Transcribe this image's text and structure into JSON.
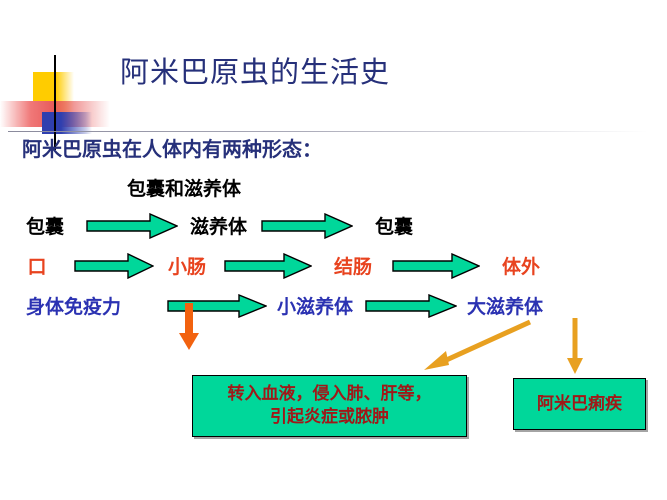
{
  "slide": {
    "title": "阿米巴原虫的生活史",
    "subtitle": "阿米巴原虫在人体内有两种形态：",
    "forms_line": "包囊和滋养体"
  },
  "colors": {
    "title": "#26307A",
    "subtitle": "#26307A",
    "row_black": "#000000",
    "row_red": "#E8431F",
    "row_blue": "#2B32B2",
    "arrow_green": "#00D79A",
    "arrow_orange": "#F07A10",
    "arrow_orange_light": "#E8A020",
    "box_fill": "#00D79A",
    "box_text": "#A01818",
    "deco_yellow": "#FFCC00",
    "deco_red": "#E85C5C",
    "deco_blue": "#2F3FAF"
  },
  "rows": [
    {
      "id": "row1",
      "color_class": "row-black",
      "nodes": [
        "包囊",
        "滋养体",
        "包囊"
      ],
      "arrow_count": 2
    },
    {
      "id": "row2",
      "color_class": "row-red",
      "nodes": [
        "口",
        "小肠",
        "结肠",
        "体外"
      ],
      "arrow_count": 3
    },
    {
      "id": "row3",
      "color_class": "row-blue",
      "nodes": [
        "身体免疫力",
        "小滋养体",
        "大滋养体"
      ],
      "arrow_count": 2
    }
  ],
  "boxes": {
    "abscess_line1": "转入血液，侵入肺、肝等，",
    "abscess_line2": "引起炎症或脓肿",
    "dysentery": "阿米巴痢疾"
  },
  "icons": {
    "green_arrow": "arrow-right-green-block",
    "orange_down_arrow": "arrow-down-orange",
    "orange_diagonal_arrow": "arrow-down-left-orange"
  }
}
